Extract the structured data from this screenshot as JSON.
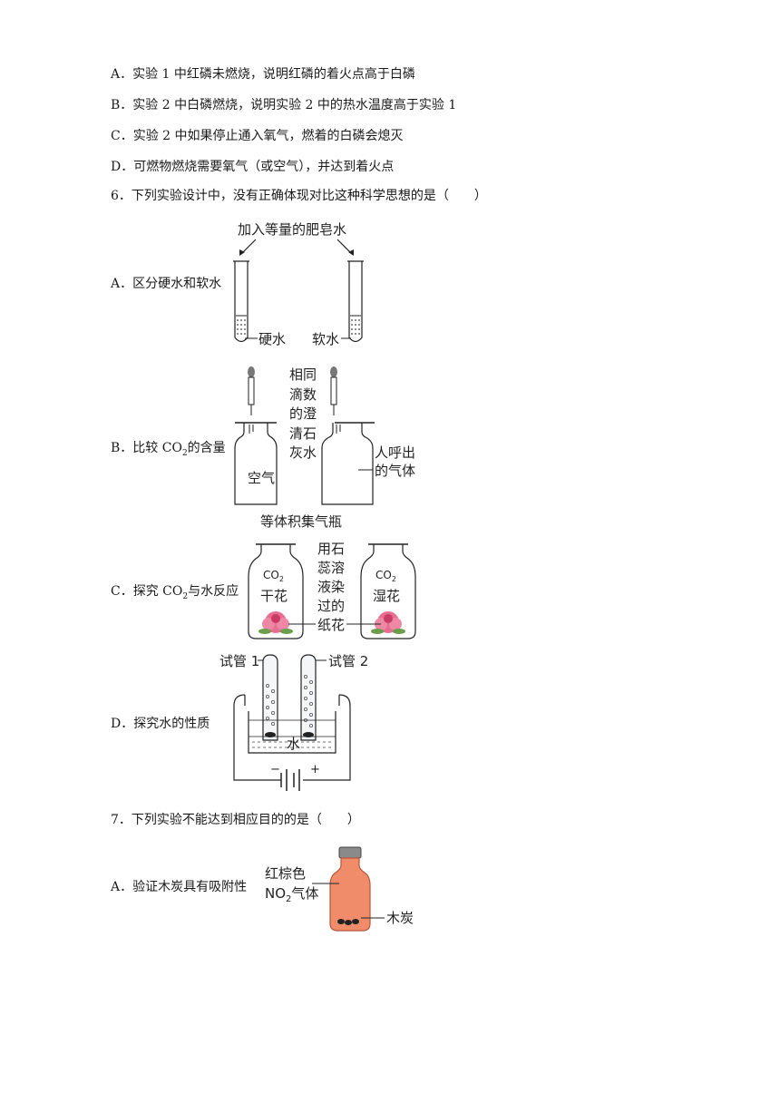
{
  "lines": {
    "opt5A": "A．实验 1 中红磷未燃烧，说明红磷的着火点高于白磷",
    "opt5B": "B．实验 2 中白磷燃烧，说明实验 2 中的热水温度高于实验 1",
    "opt5C": "C．实验 2 中如果停止通入氧气，燃着的白磷会熄灭",
    "opt5D": "D．可燃物燃烧需要氧气（或空气），并达到着火点",
    "q6": "6．下列实验设计中，没有正确体现对比这种科学思想的是（　　）",
    "q7": "7．下列实验不能达到相应目的的是（　　）"
  },
  "q6_options": {
    "A": {
      "label": "A．区分硬水和软水",
      "top": "加入等量的肥皂水",
      "left": "硬水",
      "right": "软水"
    },
    "B": {
      "label_pre": "B．比较 CO",
      "label_sub": "2",
      "label_post": "的含量",
      "dropper": [
        "相同",
        "滴数",
        "的澄",
        "清石",
        "灰水"
      ],
      "jar_left": "空气",
      "jar_right": [
        "人呼出",
        "的气体"
      ],
      "bottom": "等体积集气瓶"
    },
    "C": {
      "label_pre": "C．探究 CO",
      "label_sub": "2",
      "label_post": "与水反应",
      "gas": "CO",
      "gas_sub": "2",
      "left": "干花",
      "right": "湿花",
      "mid": [
        "用石",
        "蕊溶",
        "液染",
        "过的",
        "纸花"
      ]
    },
    "D": {
      "label": "D．探究水的性质",
      "tube1": "试管 1",
      "tube2": "试管 2",
      "water": "水",
      "minus": "−",
      "plus": "+"
    }
  },
  "q7_options": {
    "A": {
      "label": "A．验证木炭具有吸附性",
      "gas1": "红棕色",
      "gas2_pre": "NO",
      "gas2_sub": "2",
      "gas2_post": "气体",
      "charcoal": "木炭"
    }
  },
  "colors": {
    "text": "#1a1a1a",
    "line": "#222222",
    "bottle": "#f08c6a",
    "flower": "#e0567c",
    "water": "#cfd8df"
  }
}
